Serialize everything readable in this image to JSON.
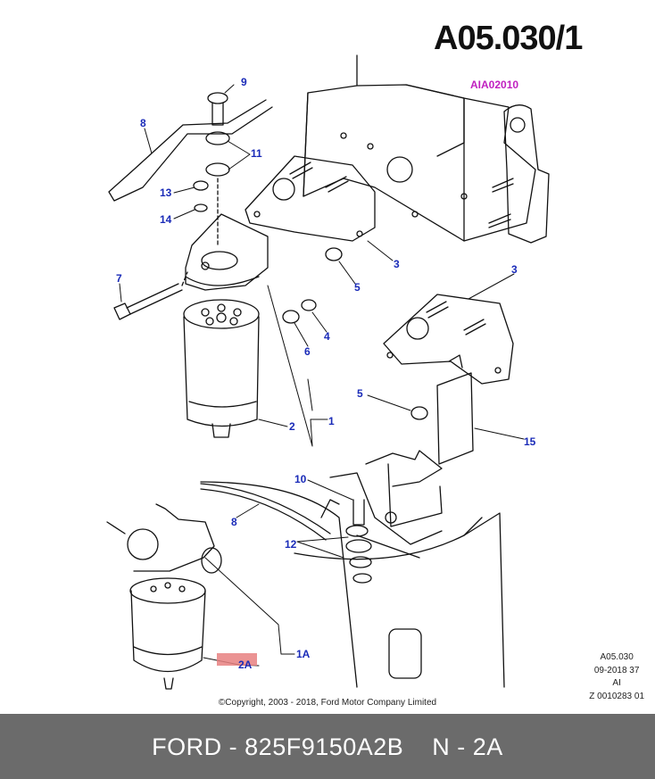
{
  "header": {
    "title": "A05.030/1",
    "ref_code": "AIA02010"
  },
  "callouts": [
    {
      "id": "c9",
      "text": "9"
    },
    {
      "id": "c8a",
      "text": "8"
    },
    {
      "id": "c11",
      "text": "11"
    },
    {
      "id": "c13",
      "text": "13"
    },
    {
      "id": "c14",
      "text": "14"
    },
    {
      "id": "c7",
      "text": "7"
    },
    {
      "id": "c3a",
      "text": "3"
    },
    {
      "id": "c5a",
      "text": "5"
    },
    {
      "id": "c4",
      "text": "4"
    },
    {
      "id": "c6",
      "text": "6"
    },
    {
      "id": "c3b",
      "text": "3"
    },
    {
      "id": "c5b",
      "text": "5"
    },
    {
      "id": "c2",
      "text": "2"
    },
    {
      "id": "c1",
      "text": "1"
    },
    {
      "id": "c15",
      "text": "15"
    },
    {
      "id": "c10",
      "text": "10"
    },
    {
      "id": "c8b",
      "text": "8"
    },
    {
      "id": "c12",
      "text": "12"
    },
    {
      "id": "c1A",
      "text": "1A"
    },
    {
      "id": "c2A",
      "text": "2A"
    }
  ],
  "meta": {
    "line1": "A05.030",
    "line2": "09-2018 37",
    "line3": "AI",
    "line4": "Z 0010283 01"
  },
  "copyright": "©Copyright, 2003 - 2018, Ford Motor Company Limited",
  "footer": {
    "text": "FORD - 825F9150A2B    N - 2A",
    "bg": "#6b6b6b"
  },
  "highlight_color": "#e88080"
}
